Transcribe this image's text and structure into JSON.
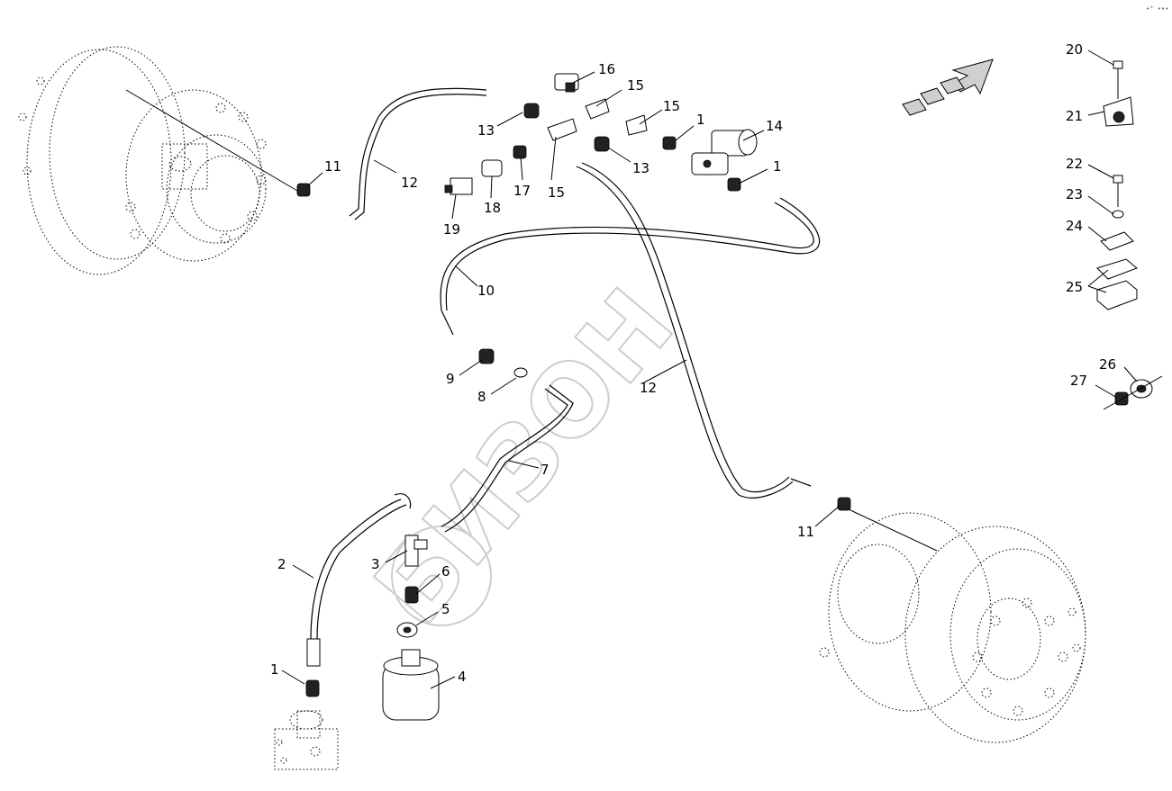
{
  "corner_mark": "•° •••",
  "watermark": "БИЗОН",
  "callouts": [
    {
      "id": "c-1-top",
      "text": "1"
    },
    {
      "id": "c-1-right",
      "text": "1"
    },
    {
      "id": "c-1-bottom",
      "text": "1"
    },
    {
      "id": "c-2",
      "text": "2"
    },
    {
      "id": "c-3",
      "text": "3"
    },
    {
      "id": "c-4",
      "text": "4"
    },
    {
      "id": "c-5",
      "text": "5"
    },
    {
      "id": "c-6",
      "text": "6"
    },
    {
      "id": "c-7",
      "text": "7"
    },
    {
      "id": "c-8",
      "text": "8"
    },
    {
      "id": "c-9",
      "text": "9"
    },
    {
      "id": "c-10",
      "text": "10"
    },
    {
      "id": "c-11-left",
      "text": "11"
    },
    {
      "id": "c-11-right",
      "text": "11"
    },
    {
      "id": "c-12-top",
      "text": "12"
    },
    {
      "id": "c-12-mid",
      "text": "12"
    },
    {
      "id": "c-13-left",
      "text": "13"
    },
    {
      "id": "c-13-right",
      "text": "13"
    },
    {
      "id": "c-14",
      "text": "14"
    },
    {
      "id": "c-15-a",
      "text": "15"
    },
    {
      "id": "c-15-b",
      "text": "15"
    },
    {
      "id": "c-15-c",
      "text": "15"
    },
    {
      "id": "c-16",
      "text": "16"
    },
    {
      "id": "c-17",
      "text": "17"
    },
    {
      "id": "c-18",
      "text": "18"
    },
    {
      "id": "c-19",
      "text": "19"
    },
    {
      "id": "c-20",
      "text": "20"
    },
    {
      "id": "c-21",
      "text": "21"
    },
    {
      "id": "c-22",
      "text": "22"
    },
    {
      "id": "c-23",
      "text": "23"
    },
    {
      "id": "c-24",
      "text": "24"
    },
    {
      "id": "c-25",
      "text": "25"
    },
    {
      "id": "c-26",
      "text": "26"
    },
    {
      "id": "c-27",
      "text": "27"
    }
  ]
}
